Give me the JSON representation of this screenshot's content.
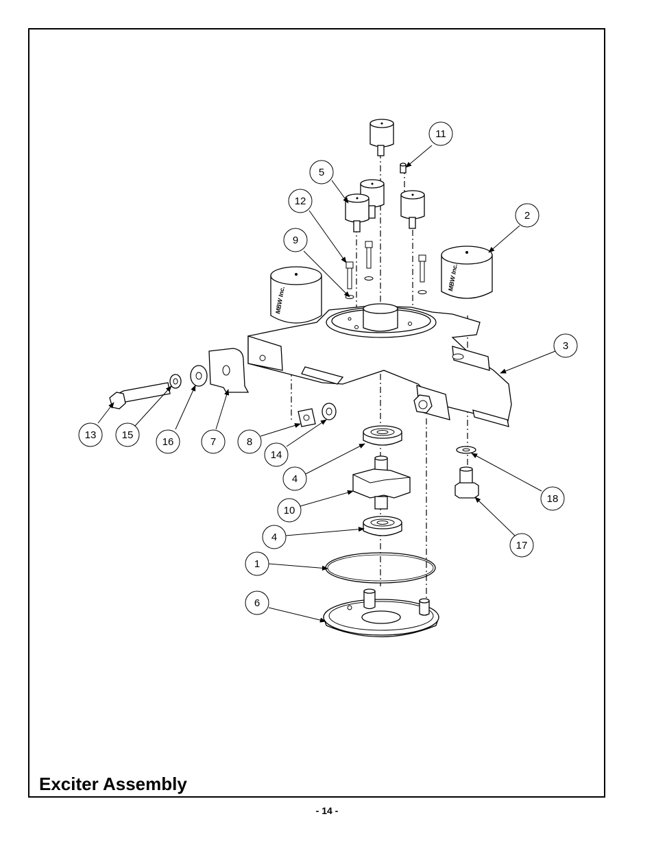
{
  "title": "Exciter Assembly",
  "page_number": "- 14 -",
  "brand_mark": "MBW Inc.",
  "callouts": [
    {
      "id": "c11",
      "label": "11"
    },
    {
      "id": "c5",
      "label": "5"
    },
    {
      "id": "c12",
      "label": "12"
    },
    {
      "id": "c2",
      "label": "2"
    },
    {
      "id": "c9",
      "label": "9"
    },
    {
      "id": "c3",
      "label": "3"
    },
    {
      "id": "c13",
      "label": "13"
    },
    {
      "id": "c15",
      "label": "15"
    },
    {
      "id": "c16",
      "label": "16"
    },
    {
      "id": "c7",
      "label": "7"
    },
    {
      "id": "c8",
      "label": "8"
    },
    {
      "id": "c14",
      "label": "14"
    },
    {
      "id": "c4a",
      "label": "4"
    },
    {
      "id": "c10",
      "label": "10"
    },
    {
      "id": "c18",
      "label": "18"
    },
    {
      "id": "c4b",
      "label": "4"
    },
    {
      "id": "c17",
      "label": "17"
    },
    {
      "id": "c1",
      "label": "1"
    },
    {
      "id": "c6",
      "label": "6"
    }
  ]
}
